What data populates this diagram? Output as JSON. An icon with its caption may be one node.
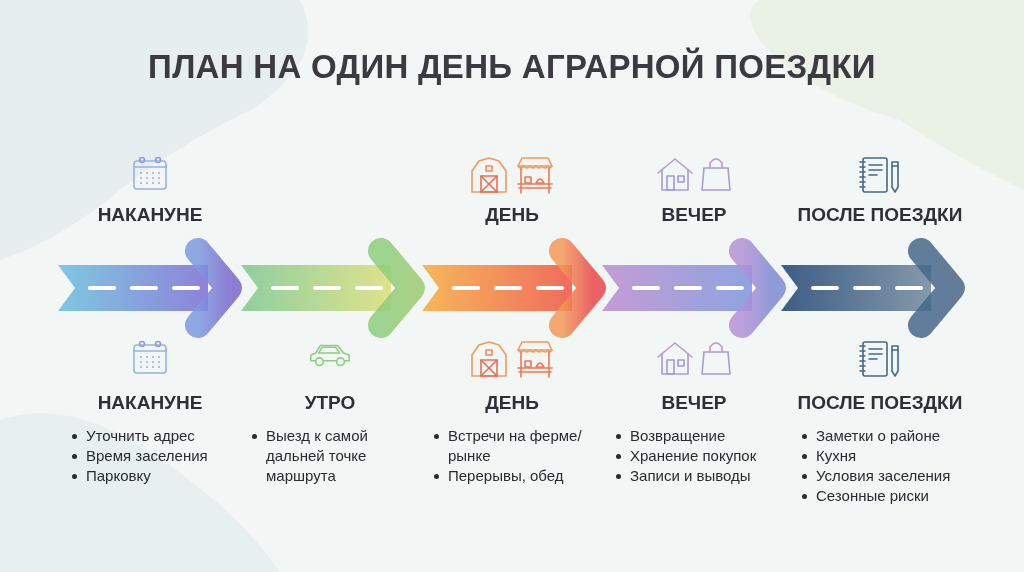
{
  "diagram": {
    "title": "ПЛАН НА ОДИН ДЕНЬ АГРАРНОЙ ПОЕЗДКИ",
    "nodes": [
      {
        "text": [],
        "shape": "arrow"
      },
      {
        "text": [],
        "shape": "arrow"
      },
      {
        "text": [],
        "shape": "arrow"
      },
      {
        "text": [],
        "shape": "arrow"
      },
      {
        "text": [],
        "shape": "arrow"
      },
      {
        "text": [
          "НАКАНУНЕ",
          "Уточнить адрес",
          "Время заселения",
          "Парковку"
        ]
      },
      {
        "text": [
          "УТРО",
          "Выезд к самой дальней точке маршрута"
        ]
      },
      {
        "text": [
          "ДЕНЬ",
          "Встречи на ферме/рынке",
          "Перерывы, обед"
        ]
      },
      {
        "text": [
          "ВЕЧЕР",
          "Возвращение",
          "Хранение покупок",
          "Записи и выводы"
        ]
      },
      {
        "text": [
          "ПОСЛЕ ПОЕЗДКИ",
          "Заметки о районе",
          "Кухня",
          "Условия заселения",
          "Сезонные риски"
        ]
      }
    ],
    "labels": [
      "НАКАНУНЕ",
      "ДЕНЬ",
      "ВЕЧЕР",
      "ПОСЛЕ ПОЕЗДКИ"
    ]
  }
}
